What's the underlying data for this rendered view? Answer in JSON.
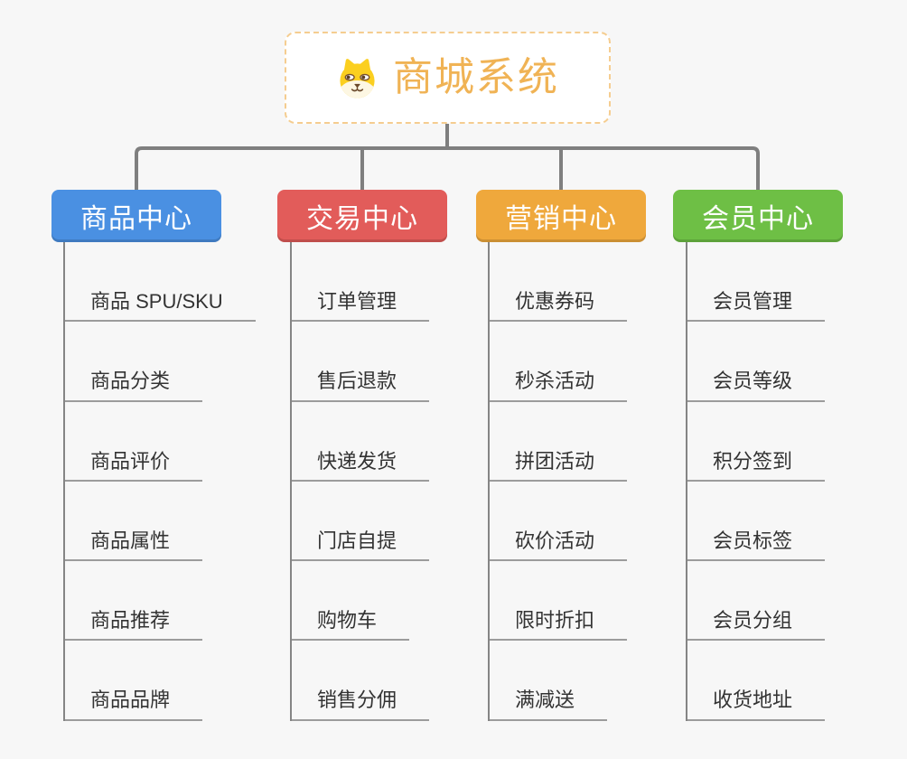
{
  "page": {
    "background": "#f7f7f7"
  },
  "colors": {
    "connector": "#7f7f7f",
    "spine": "#858585",
    "underline": "#9c9c9c",
    "root_border": "#f5cd90",
    "root_text": "#f0b355",
    "leaf_text": "#333333"
  },
  "root": {
    "title": "商城系统",
    "icon": "dog-face-icon"
  },
  "branches": [
    {
      "label": "商品中心",
      "color": "#4a90e2",
      "items": [
        "商品 SPU/SKU",
        "商品分类",
        "商品评价",
        "商品属性",
        "商品推荐",
        "商品品牌"
      ]
    },
    {
      "label": "交易中心",
      "color": "#e25c5a",
      "items": [
        "订单管理",
        "售后退款",
        "快递发货",
        "门店自提",
        "购物车",
        "销售分佣"
      ]
    },
    {
      "label": "营销中心",
      "color": "#efa83c",
      "items": [
        "优惠券码",
        "秒杀活动",
        "拼团活动",
        "砍价活动",
        "限时折扣",
        "满减送"
      ]
    },
    {
      "label": "会员中心",
      "color": "#6ebf45",
      "items": [
        "会员管理",
        "会员等级",
        "积分签到",
        "会员标签",
        "会员分组",
        "收货地址"
      ]
    }
  ]
}
